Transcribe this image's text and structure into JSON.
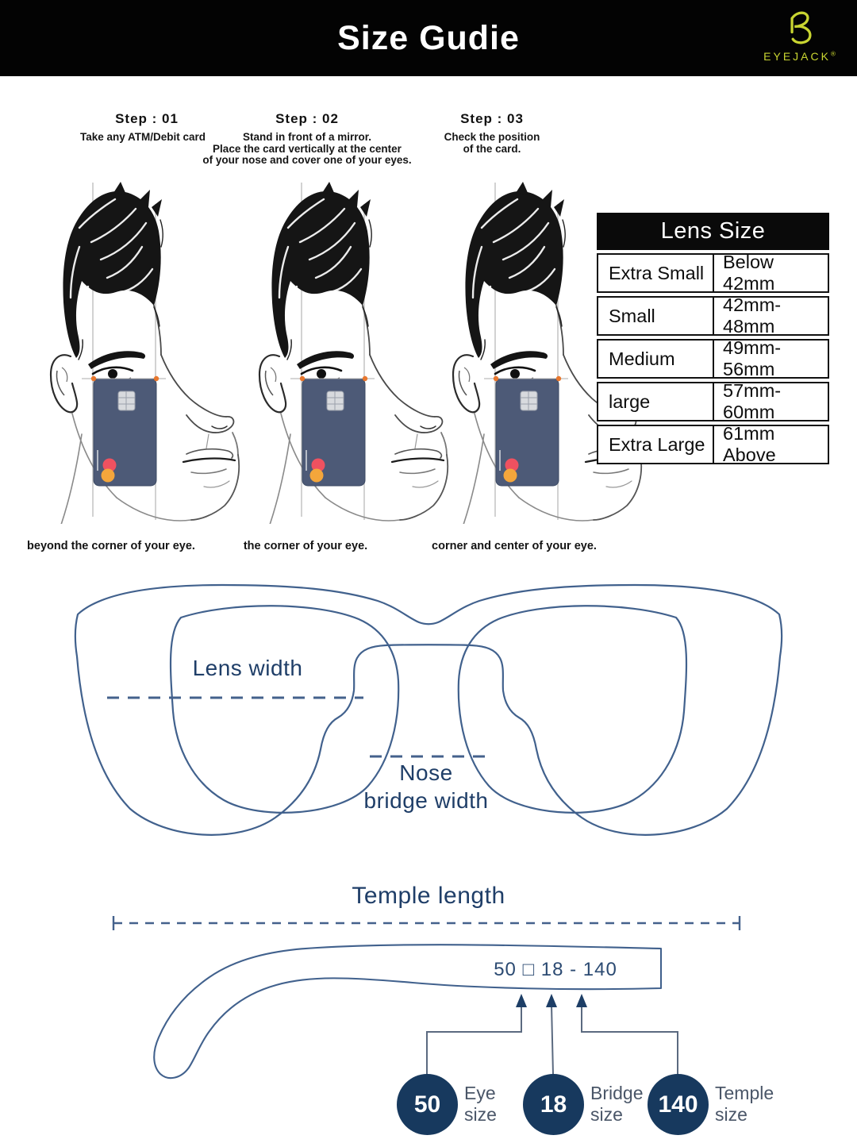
{
  "header": {
    "title": "Size Gudie",
    "brand": "EYEJACK",
    "registered": "®"
  },
  "steps": [
    {
      "label": "Step : 01",
      "lines": [
        "Take any ATM/Debit card"
      ],
      "caption": "beyond the corner of your eye."
    },
    {
      "label": "Step : 02",
      "lines": [
        "Stand in front of a mirror.",
        "Place the card vertically at the center",
        "of your nose and cover one of your eyes."
      ],
      "caption": "the corner of your eye."
    },
    {
      "label": "Step : 03",
      "lines": [
        "Check the position",
        "of the card."
      ],
      "caption": "corner and center of your eye."
    }
  ],
  "lens_table": {
    "title": "Lens Size",
    "rows": [
      {
        "size": "Extra Small",
        "range": "Below 42mm"
      },
      {
        "size": "Small",
        "range": "42mm-48mm"
      },
      {
        "size": "Medium",
        "range": "49mm-56mm"
      },
      {
        "size": "large",
        "range": "57mm-60mm"
      },
      {
        "size": "Extra Large",
        "range": "61mm Above"
      }
    ]
  },
  "glasses_diagram": {
    "lens_width_label": "Lens width",
    "nose_bridge_line1": "Nose",
    "nose_bridge_line2": "bridge width"
  },
  "temple_diagram": {
    "title": "Temple length",
    "size_notation": "50 □ 18 - 140"
  },
  "legend": [
    {
      "value": "50",
      "line1": "Eye",
      "line2": "size"
    },
    {
      "value": "18",
      "line1": "Bridge",
      "line2": "size"
    },
    {
      "value": "140",
      "line1": "Temple",
      "line2": "size"
    }
  ],
  "colors": {
    "accent_navy": "#1f3e68",
    "line_navy": "#41618d",
    "circle_navy": "#17395e",
    "card_blue": "#4d5a77",
    "brand_yellow": "#c9d531",
    "marker_orange": "#e8772e",
    "mastercard_red": "#ef5160",
    "mastercard_orange": "#f4a63b"
  }
}
